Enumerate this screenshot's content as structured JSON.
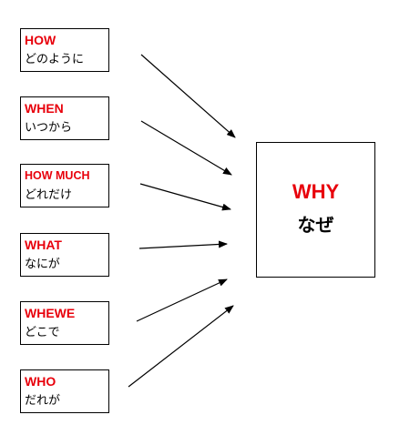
{
  "colors": {
    "keyword": "#e8000b",
    "text": "#000000",
    "border": "#000000"
  },
  "questions": [
    {
      "en": "HOW",
      "jp": "どのように"
    },
    {
      "en": "WHEN",
      "jp": "いつから"
    },
    {
      "en": "HOW MUCH",
      "jp": "どれだけ"
    },
    {
      "en": "WHAT",
      "jp": "なにが"
    },
    {
      "en": "WHEWE",
      "jp": "どこで"
    },
    {
      "en": "WHO",
      "jp": "だれが"
    }
  ],
  "center": {
    "en": "WHY",
    "jp": "なぜ"
  }
}
